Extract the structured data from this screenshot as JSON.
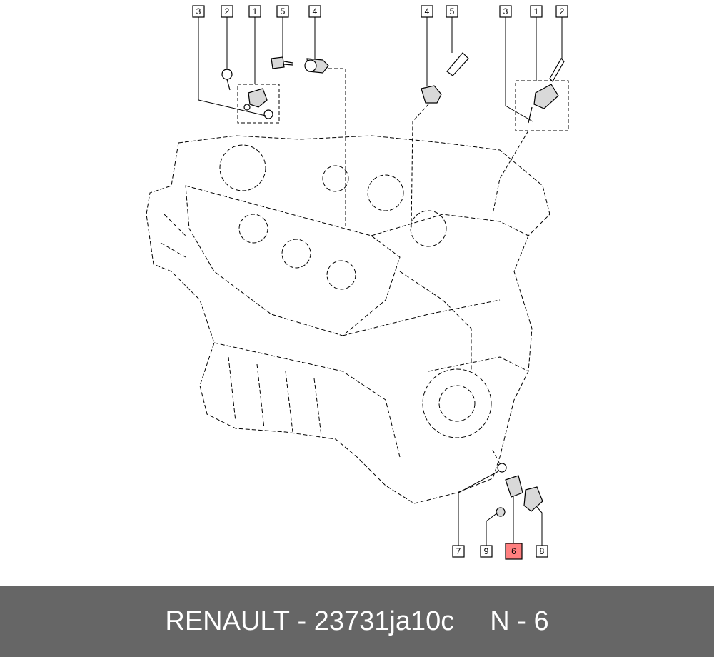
{
  "callouts": [
    {
      "id": "c3a",
      "label": "3",
      "highlight": false
    },
    {
      "id": "c2a",
      "label": "2",
      "highlight": false
    },
    {
      "id": "c1a",
      "label": "1",
      "highlight": false
    },
    {
      "id": "c5a",
      "label": "5",
      "highlight": false
    },
    {
      "id": "c4a",
      "label": "4",
      "highlight": false
    },
    {
      "id": "c4b",
      "label": "4",
      "highlight": false
    },
    {
      "id": "c5b",
      "label": "5",
      "highlight": false
    },
    {
      "id": "c3b",
      "label": "3",
      "highlight": false
    },
    {
      "id": "c1b",
      "label": "1",
      "highlight": false
    },
    {
      "id": "c2b",
      "label": "2",
      "highlight": false
    },
    {
      "id": "c7",
      "label": "7",
      "highlight": false
    },
    {
      "id": "c9",
      "label": "9",
      "highlight": false
    },
    {
      "id": "c6",
      "label": "6",
      "highlight": true
    },
    {
      "id": "c8",
      "label": "8",
      "highlight": false
    }
  ],
  "footer": {
    "brand": "RENAULT",
    "separator": "-",
    "part_number": "23731ja10c",
    "ref_label": "N - 6"
  },
  "colors": {
    "highlight": "#ff7f7f",
    "footer_bg": "#666666",
    "footer_text": "#ffffff"
  }
}
